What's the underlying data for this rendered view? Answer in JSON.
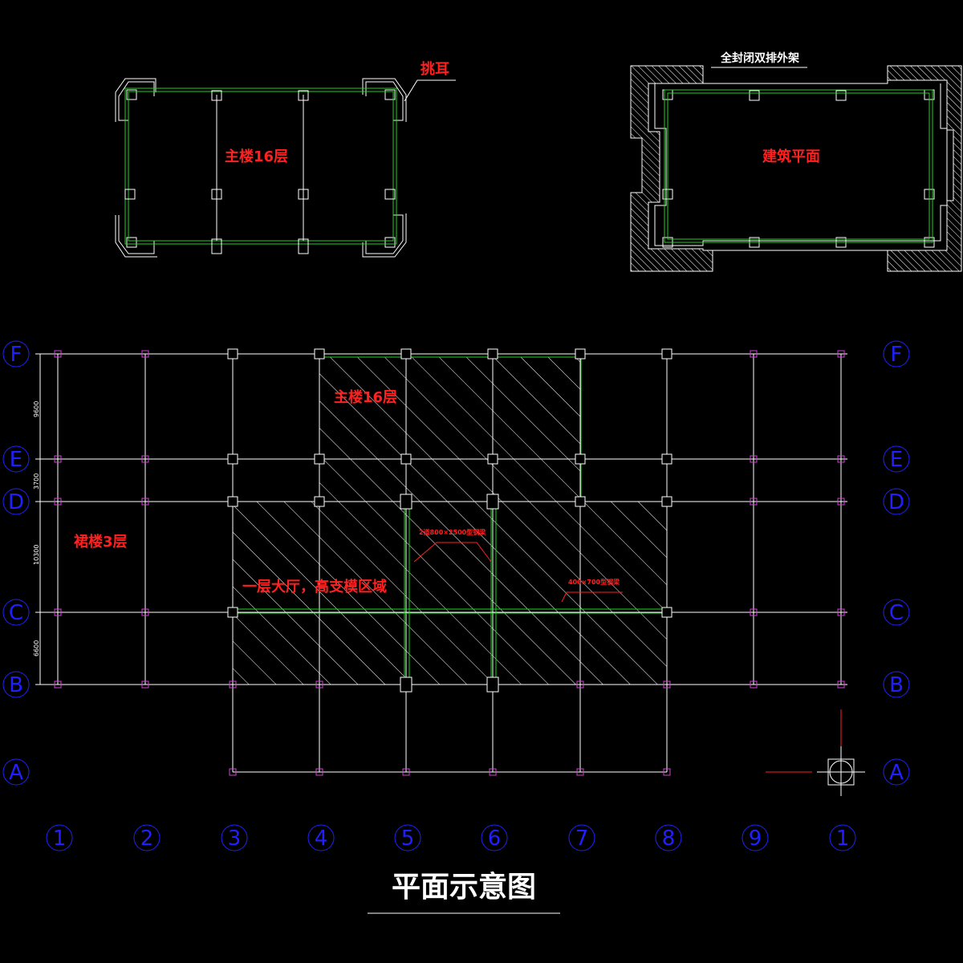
{
  "title": "平面示意图",
  "colors": {
    "background": "#000000",
    "grid": "#ffffff",
    "tower": "#20d020",
    "podium_hatch": "#ff2020",
    "text_red": "#ff2020",
    "axis_bubble": "#2020ff",
    "column_magenta": "#d040d0"
  },
  "top_left_plan": {
    "tower_label": "主楼16层",
    "callout_label": "挑耳"
  },
  "top_right_plan": {
    "building_label": "建筑平面",
    "scaffold_label": "全封闭双排外架"
  },
  "main_plan": {
    "tower_label": "主楼16层",
    "podium_label": "裙楼3层",
    "hall_label": "一层大厅，高支模区域",
    "beam_label_1": "2道800×2500型钢梁",
    "beam_label_2": "400×700型钢梁",
    "dimensions": [
      "9600",
      "3700",
      "10300",
      "6600"
    ],
    "row_axes": [
      "F",
      "E",
      "D",
      "C",
      "B",
      "A"
    ],
    "col_axes": [
      "1",
      "2",
      "3",
      "4",
      "5",
      "6",
      "7",
      "8",
      "9",
      "1"
    ]
  },
  "icons": [
    "compass-crosshair-icon",
    "axis-bubble-icon",
    "column-marker-icon"
  ]
}
